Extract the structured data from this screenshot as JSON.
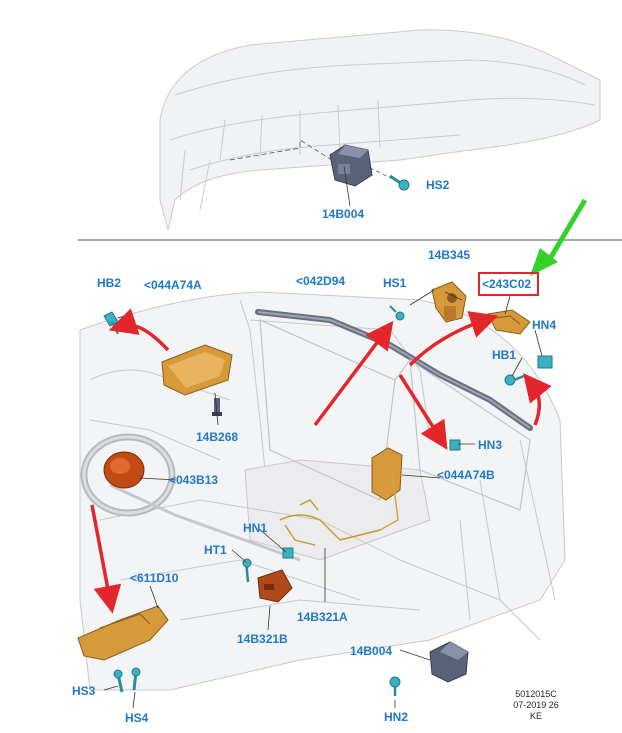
{
  "labels": {
    "hs2": "HS2",
    "b004_top": "14B004",
    "hb2": "HB2",
    "a74a_top": "<044A74A",
    "d94": "<042D94",
    "hs1": "HS1",
    "b345": "14B345",
    "c02": "<243C02",
    "hn4": "HN4",
    "hb1": "HB1",
    "b268": "14B268",
    "hn3": "HN3",
    "d13": "<043B13",
    "a74b": "<044A74B",
    "hn1": "HN1",
    "ht1": "HT1",
    "d10": "<611D10",
    "b321a": "14B321A",
    "b321b": "14B321B",
    "b004_bottom": "14B004",
    "hs3": "HS3",
    "hs4": "HS4",
    "hn2": "HN2"
  },
  "footer": {
    "line1": "5012015C",
    "line2": "07-2019 26",
    "line3": "KE"
  },
  "colors": {
    "callout": "#1f78c8",
    "highlight_box": "#e3262b",
    "pointer_arrow": "#35d12a",
    "red_arrow": "#e3262b",
    "component_orange": "#c8862a",
    "clip_cyan": "#3ab0c2"
  }
}
